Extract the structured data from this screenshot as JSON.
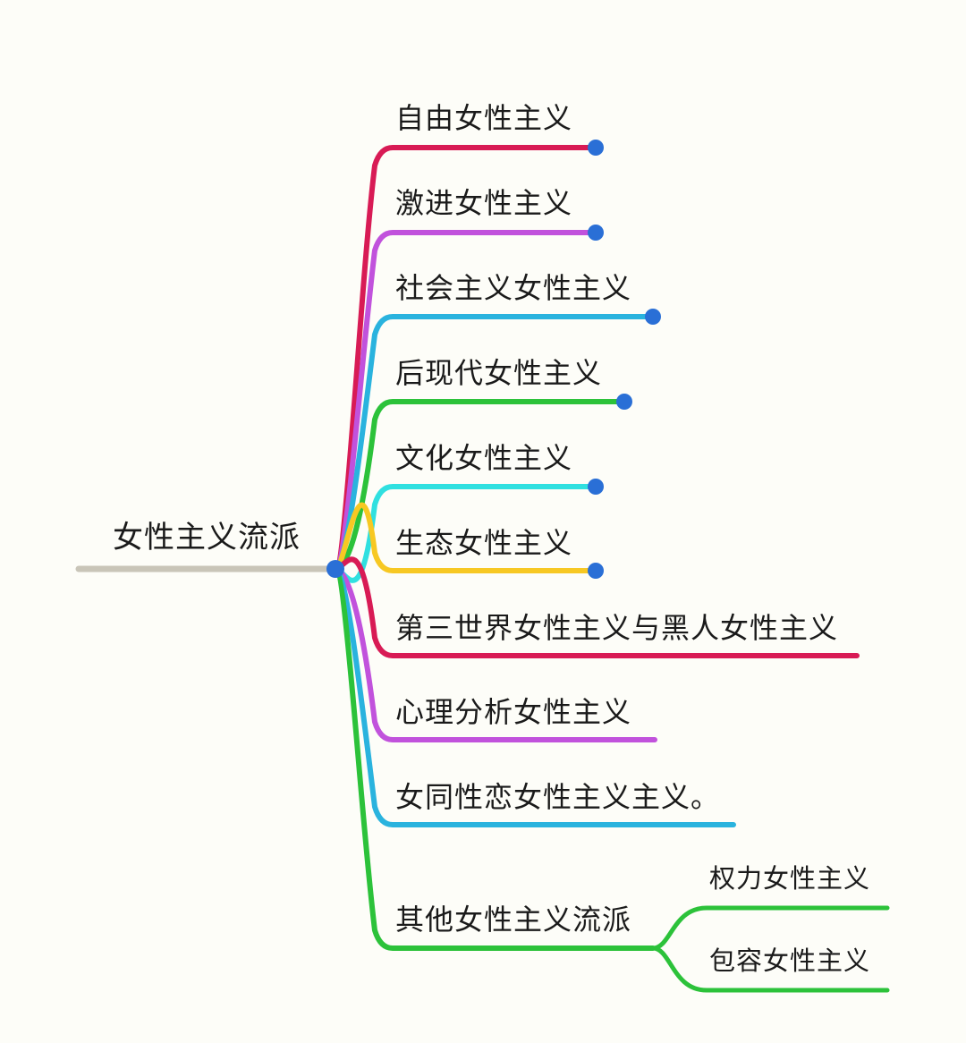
{
  "root": {
    "label": "女性主义流派",
    "line_color": "#c9c5b8",
    "node_color": "#2a6fd6"
  },
  "branches": [
    {
      "label": "自由女性主义",
      "color": "#d81b55",
      "has_node": true
    },
    {
      "label": "激进女性主义",
      "color": "#c152dc",
      "has_node": true
    },
    {
      "label": "社会主义女性主义",
      "color": "#2ab3de",
      "has_node": true
    },
    {
      "label": "后现代女性主义",
      "color": "#2cc23a",
      "has_node": true
    },
    {
      "label": "文化女性主义",
      "color": "#30e0e0",
      "has_node": true
    },
    {
      "label": "生态女性主义",
      "color": "#f7c823",
      "has_node": true
    },
    {
      "label": "第三世界女性主义与黑人女性主义",
      "color": "#d81b55",
      "has_node": false
    },
    {
      "label": "心理分析女性主义",
      "color": "#c152dc",
      "has_node": false
    },
    {
      "label": "女同性恋女性主义主义。",
      "color": "#2ab3de",
      "has_node": false
    },
    {
      "label": "其他女性主义流派",
      "color": "#2cc23a",
      "has_node": false,
      "children": [
        {
          "label": "权力女性主义",
          "color": "#2cc23a"
        },
        {
          "label": "包容女性主义",
          "color": "#2cc23a"
        }
      ]
    }
  ],
  "node_color": "#2a6fd6"
}
